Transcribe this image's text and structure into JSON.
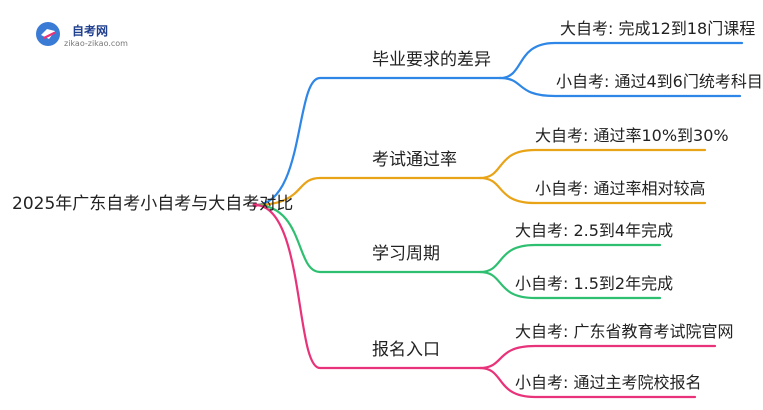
{
  "logo": {
    "title": "自考网",
    "domain": "zikao-zikao.com"
  },
  "mindmap": {
    "root": "2025年广东自考小自考与大自考对比",
    "branches": [
      {
        "label": "毕业要求的差异",
        "color": "#2e86e6",
        "leaves": [
          "大自考: 完成12到18门课程",
          "小自考: 通过4到6门统考科目"
        ]
      },
      {
        "label": "考试通过率",
        "color": "#e8a317",
        "leaves": [
          "大自考: 通过率10%到30%",
          "小自考: 通过率相对较高"
        ]
      },
      {
        "label": "学习周期",
        "color": "#2fbf71",
        "leaves": [
          "大自考: 2.5到4年完成",
          "小自考: 1.5到2年完成"
        ]
      },
      {
        "label": "报名入口",
        "color": "#e8337a",
        "leaves": [
          "大自考: 广东省教育考试院官网",
          "小自考: 通过主考院校报名"
        ]
      }
    ]
  }
}
